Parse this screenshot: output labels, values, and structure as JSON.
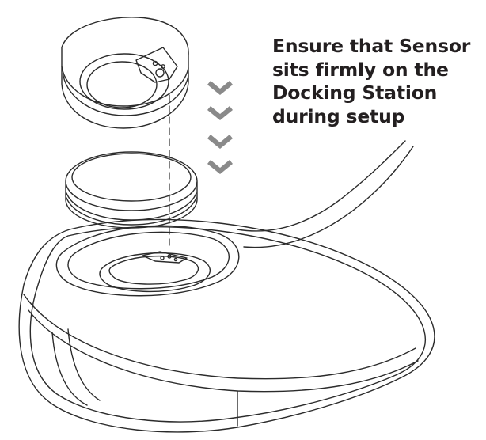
{
  "instruction": {
    "lines": [
      "Ensure that Sensor",
      "sits firmly on the",
      "Docking Station",
      "during setup"
    ]
  },
  "colors": {
    "text": "#231f20",
    "line_art": "#2b2b2b",
    "chevron": "#8a8a8a",
    "background": "#ffffff"
  },
  "icons": {
    "chevron": "chevron-down-icon"
  }
}
